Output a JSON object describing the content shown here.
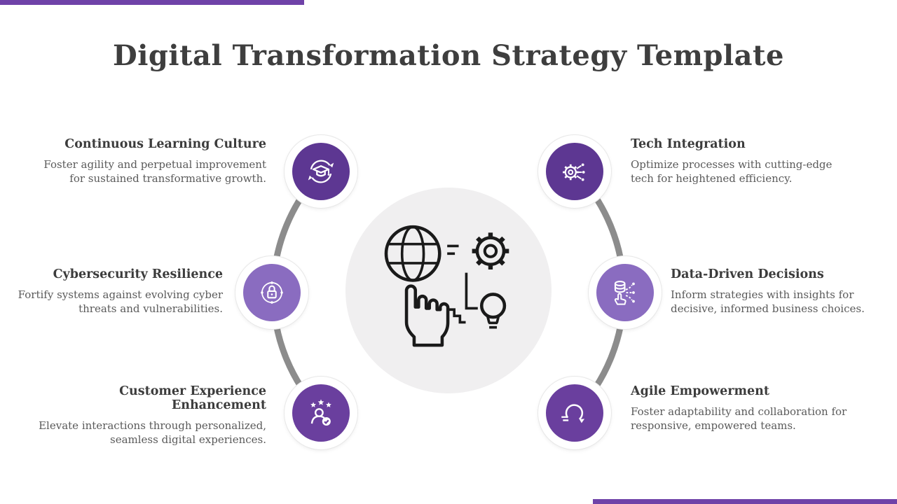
{
  "slide": {
    "title": "Digital Transformation Strategy Template"
  },
  "theme": {
    "purple_dark": "#5d3792",
    "purple_mid": "#6a3f9e",
    "purple_light": "#8a6cc0",
    "accent_bar": "#6f42a8",
    "arc_gray": "#8c8c8c",
    "center_circle_bg": "#f0eff0",
    "heading_color": "#3c3c3c",
    "body_color": "#5a5a5a"
  },
  "center": {
    "icon": "digital-transformation-center-icon"
  },
  "items": [
    {
      "title": "Continuous Learning Culture",
      "desc": "Foster agility and perpetual improvement for sustained transformative growth.",
      "icon": "learning-cycle-icon",
      "side": "left"
    },
    {
      "title": "Cybersecurity Resilience",
      "desc": "Fortify systems against evolving cyber threats and vulnerabilities.",
      "icon": "cybersecurity-lock-icon",
      "side": "left"
    },
    {
      "title": "Customer Experience Enhancement",
      "desc": "Elevate interactions through personalized, seamless digital experiences.",
      "icon": "customer-experience-icon",
      "side": "left"
    },
    {
      "title": "Tech Integration",
      "desc": "Optimize processes with cutting-edge tech for heightened efficiency.",
      "icon": "tech-integration-gear-icon",
      "side": "right"
    },
    {
      "title": "Data-Driven Decisions",
      "desc": "Inform strategies with insights for decisive, informed business choices.",
      "icon": "data-decisions-icon",
      "side": "right"
    },
    {
      "title": "Agile Empowerment",
      "desc": "Foster adaptability and collaboration for responsive, empowered teams.",
      "icon": "agile-cycle-icon",
      "side": "right"
    }
  ]
}
